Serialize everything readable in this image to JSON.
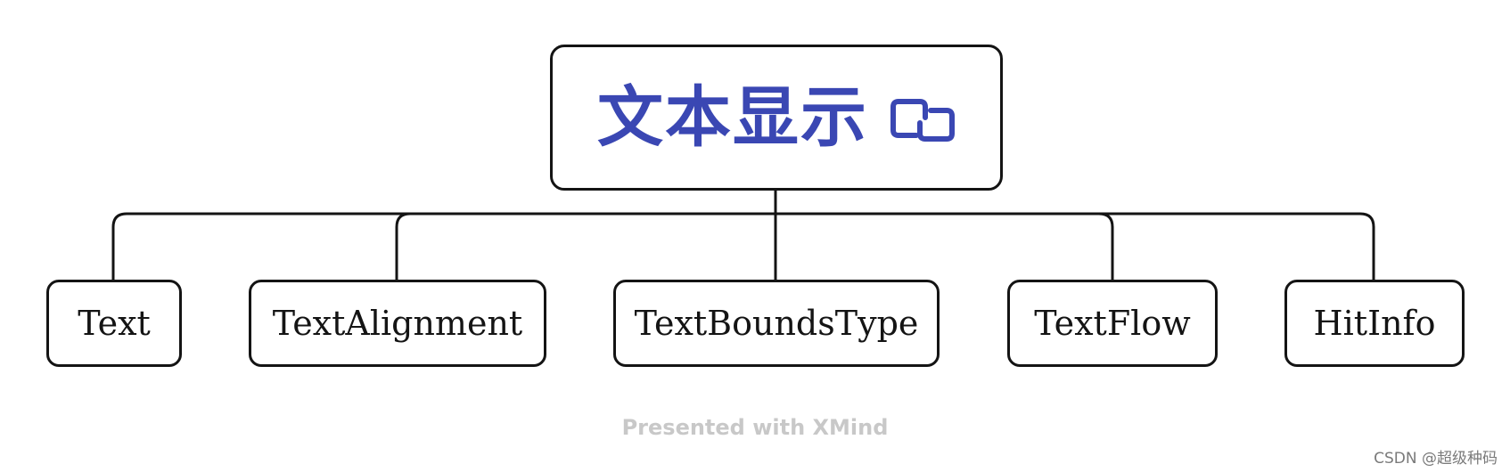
{
  "diagram": {
    "type": "mind-map",
    "root": {
      "label": "文本显示",
      "icon": "link-icon",
      "color": "#3a47b3"
    },
    "children": [
      {
        "label": "Text"
      },
      {
        "label": "TextAlignment"
      },
      {
        "label": "TextBoundsType"
      },
      {
        "label": "TextFlow"
      },
      {
        "label": "HitInfo"
      }
    ],
    "line_color": "#141414"
  },
  "watermark": "Presented with XMind",
  "credit": "CSDN @超级种码"
}
